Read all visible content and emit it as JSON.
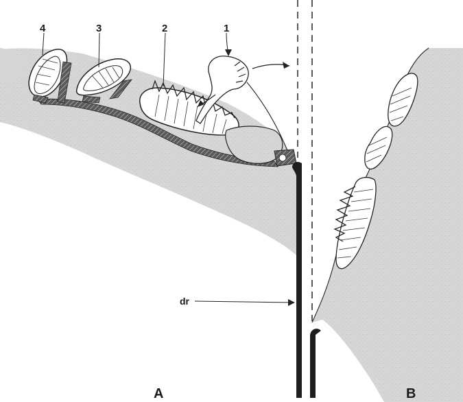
{
  "figure": {
    "part_labels": [
      "1",
      "2",
      "3",
      "4"
    ],
    "panel_labels": {
      "left": "A",
      "right": "B"
    },
    "structure_label": "dr",
    "colors": {
      "tissue": "#d6d6d6",
      "outline": "#222222",
      "cuticle": "#3a3a3a",
      "background": "#ffffff"
    }
  }
}
